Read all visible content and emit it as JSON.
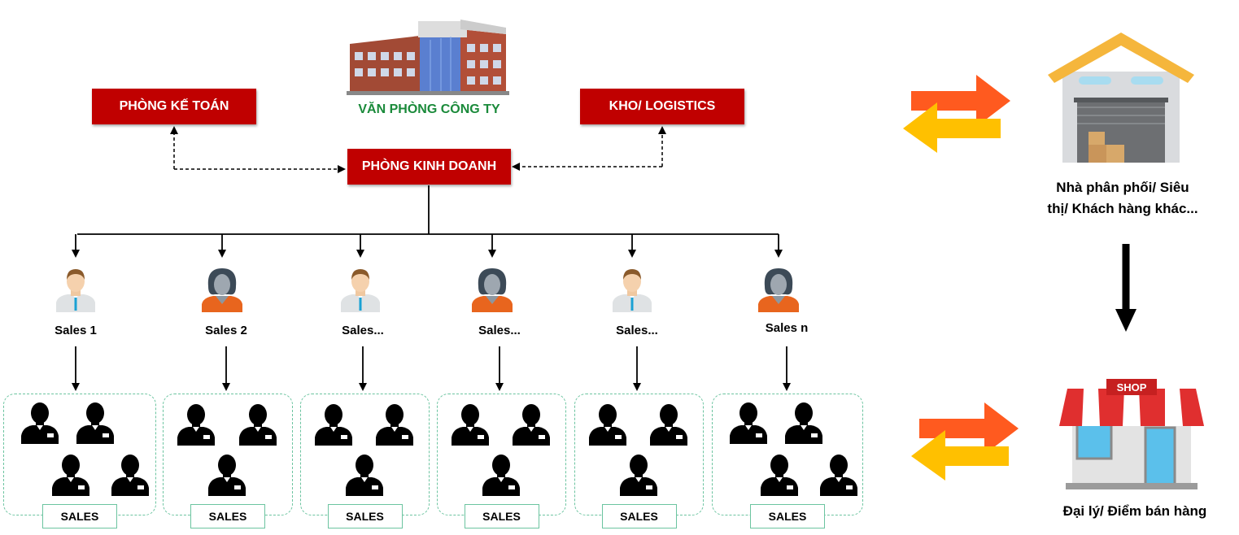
{
  "company": {
    "title": "VĂN PHÒNG CÔNG TY",
    "building_icon": "office-building-icon"
  },
  "departments": {
    "accounting": "PHÒNG KẾ TOÁN",
    "sales_dept": "PHÒNG KINH DOANH",
    "logistics": "KHO/ LOGISTICS"
  },
  "salespeople": [
    {
      "label": "Sales 1",
      "avatar": "male-avatar-icon"
    },
    {
      "label": "Sales 2",
      "avatar": "female-avatar-icon"
    },
    {
      "label": "Sales...",
      "avatar": "male-avatar-icon"
    },
    {
      "label": "Sales...",
      "avatar": "female-avatar-icon"
    },
    {
      "label": "Sales...",
      "avatar": "male-avatar-icon"
    },
    {
      "label": "Sales n",
      "avatar": "female-avatar-icon"
    }
  ],
  "groups": [
    {
      "tag": "SALES"
    },
    {
      "tag": "SALES"
    },
    {
      "tag": "SALES"
    },
    {
      "tag": "SALES"
    },
    {
      "tag": "SALES"
    },
    {
      "tag": "SALES"
    }
  ],
  "right": {
    "distributor_line1": "Nhà phân phối/ Siêu",
    "distributor_line2": "thị/ Khách hàng khác...",
    "agent": "Đại lý/ Điểm bán hàng",
    "shop_sign": "SHOP"
  },
  "colors": {
    "dept_red": "#c00000",
    "title_green": "#1a8a3a",
    "group_border": "#6cc4a0",
    "arrow_orange": "#ff5a1f",
    "arrow_yellow": "#ffc000"
  }
}
